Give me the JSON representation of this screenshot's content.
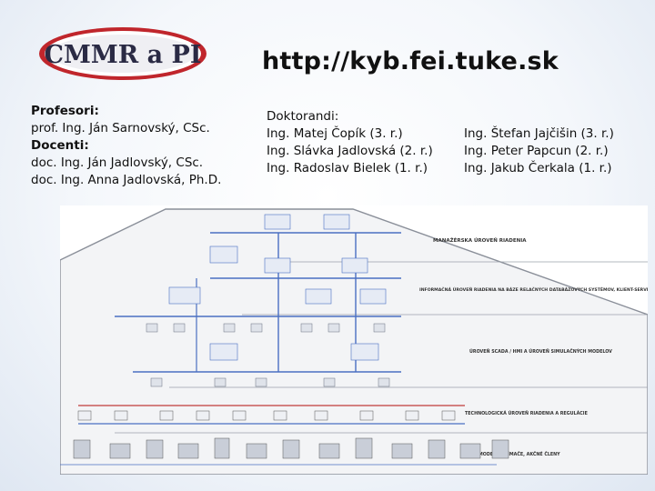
{
  "logo": {
    "text": "CMMR a PI",
    "colors": {
      "ring": "#c0262c",
      "text": "#2a2a44"
    }
  },
  "url": "http://kyb.fei.tuke.sk",
  "professors": {
    "heading": "Profesori:",
    "names": [
      "prof. Ing. Ján Sarnovský, CSc."
    ]
  },
  "docents": {
    "heading": "Docenti:",
    "names": [
      "doc. Ing. Ján Jadlovský, CSc.",
      "doc. Ing. Anna Jadlovská, Ph.D."
    ]
  },
  "doctorands": {
    "heading": "Doktorandi:",
    "col1": [
      "Ing. Matej Čopík (3. r.)",
      "Ing. Slávka Jadlovská (2. r.)",
      "Ing. Radoslav Bielek (1. r.)"
    ],
    "col2": [
      "Ing. Štefan Jajčišin (3. r.)",
      "Ing. Peter Papcun (2. r.)",
      "Ing. Jakub Čerkala (1. r.)"
    ]
  },
  "diagram": {
    "levels": [
      "MANAŽÉRSKA ÚROVEŇ RIADENIA",
      "INFORMAČNÁ ÚROVEŇ RIADENIA NA BÁZE RELAČNÝCH DATABÁZOVÝCH SYSTÉMOV, KLIENT-SERVER ARCHITEKTÚRA",
      "ÚROVEŇ SCADA / HMI A ÚROVEŇ SIMULAČNÝCH MODELOV",
      "TECHNOLOGICKÁ ÚROVEŇ RIADENIA A REGULÁCIE",
      "MODELY, SNÍMAČE, AKČNÉ ČLENY"
    ],
    "colors": {
      "frame": "#8a8f99",
      "bus_blue": "#4a6fc2",
      "bus_red": "#c03a3a",
      "fill": "#f3f4f6"
    }
  }
}
